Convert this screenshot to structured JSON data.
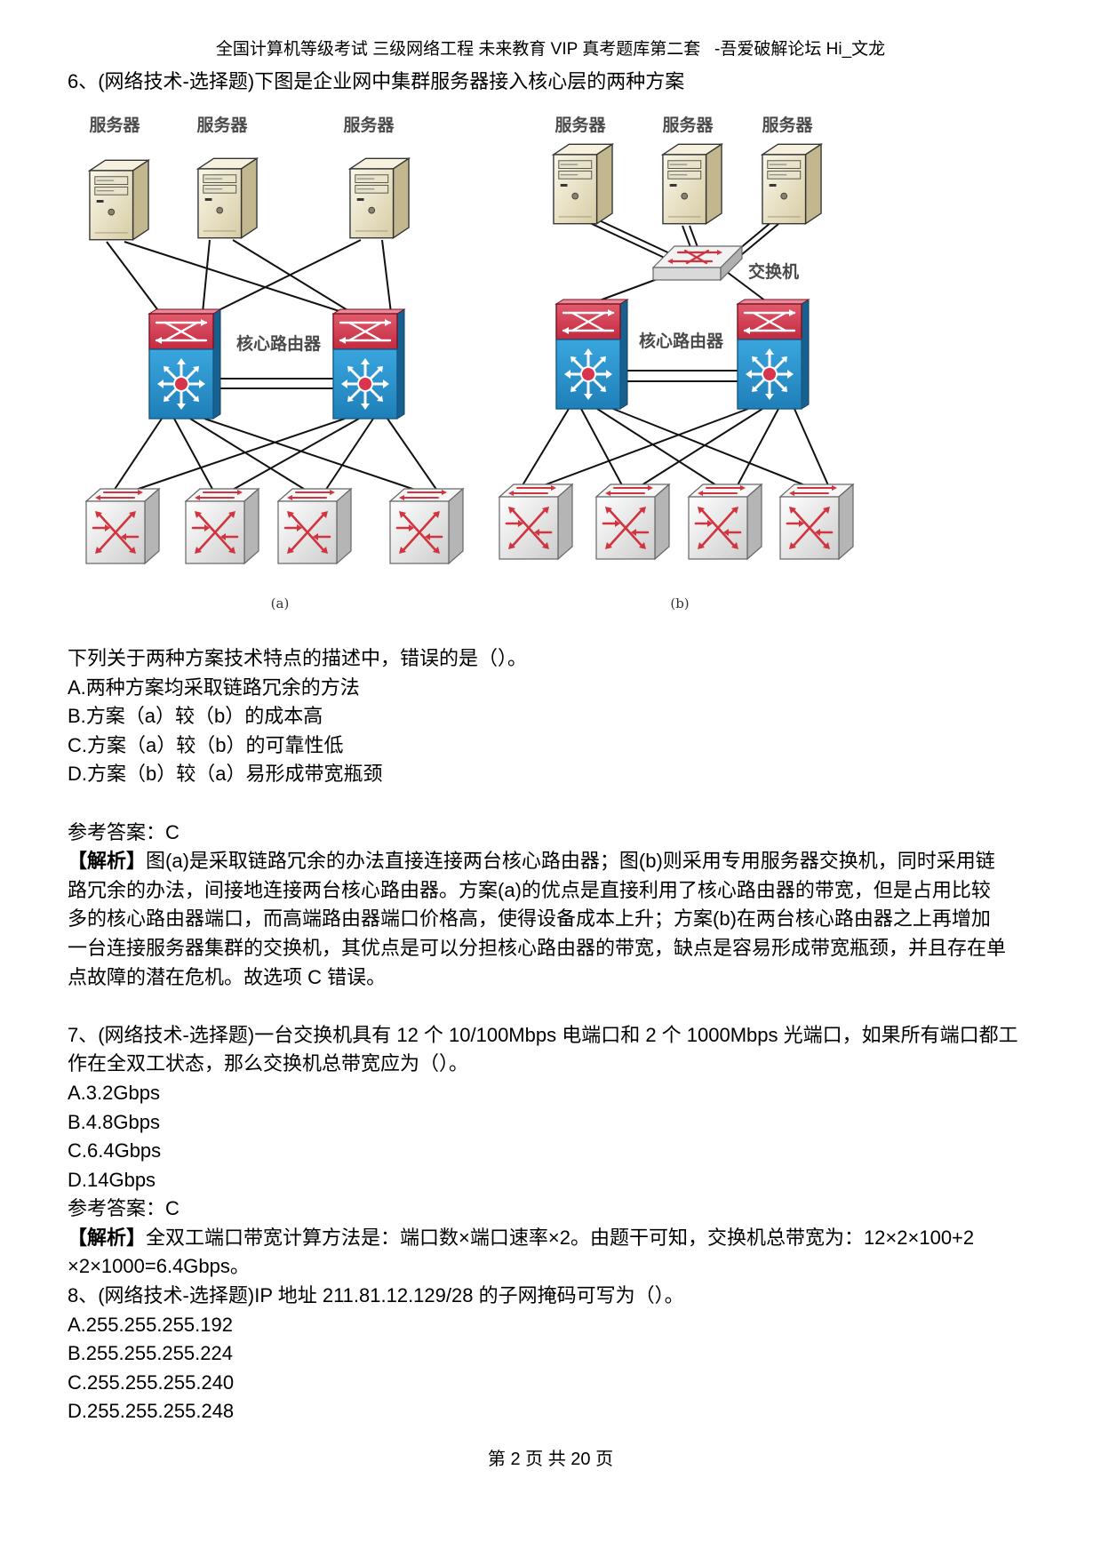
{
  "header": {
    "title": "全国计算机等级考试 三级网络工程 未来教育 VIP 真考题库第二套   -吾爱破解论坛 Hi_文龙"
  },
  "q6": {
    "title": "6、(网络技术-选择题)下图是企业网中集群服务器接入核心层的两种方案",
    "figure": {
      "a": {
        "server_labels": [
          "服务器",
          "服务器",
          "服务器"
        ],
        "router_label": "核心路由器",
        "caption": "(a)"
      },
      "b": {
        "server_labels": [
          "服务器",
          "服务器",
          "服务器"
        ],
        "switch_label": "交换机",
        "router_label": "核心路由器",
        "caption": "(b)"
      }
    },
    "stem": "下列关于两种方案技术特点的描述中，错误的是（）。",
    "options": [
      "A.两种方案均采取链路冗余的方法",
      "B.方案（a）较（b）的成本高",
      "C.方案（a）较（b）的可靠性低",
      "D.方案（b）较（a）易形成带宽瓶颈"
    ],
    "answer": "参考答案：C",
    "analysis": {
      "label": "【解析】",
      "lines": [
        "图(a)是采取链路冗余的办法直接连接两台核心路由器；图(b)则采用专用服务器交换机，同时采用链",
        "路冗余的办法，间接地连接两台核心路由器。方案(a)的优点是直接利用了核心路由器的带宽，但是占用比较",
        "多的核心路由器端口，而高端路由器端口价格高，使得设备成本上升；方案(b)在两台核心路由器之上再增加",
        "一台连接服务器集群的交换机，其优点是可以分担核心路由器的带宽，缺点是容易形成带宽瓶颈，并且存在单",
        "点故障的潜在危机。故选项 C 错误。"
      ]
    }
  },
  "q7": {
    "title_lines": [
      "7、(网络技术-选择题)一台交换机具有 12 个 10/100Mbps 电端口和 2 个 1000Mbps 光端口，如果所有端口都工",
      "作在全双工状态，那么交换机总带宽应为（）。"
    ],
    "options": [
      "A.3.2Gbps",
      "B.4.8Gbps",
      "C.6.4Gbps",
      "D.14Gbps"
    ],
    "answer": "参考答案：C",
    "analysis": {
      "label": "【解析】",
      "lines": [
        "全双工端口带宽计算方法是：端口数×端口速率×2。由题干可知，交换机总带宽为：12×2×100+2",
        "×2×1000=6.4Gbps。"
      ]
    }
  },
  "q8": {
    "title": "8、(网络技术-选择题)IP 地址 211.81.12.129/28 的子网掩码可写为（）。",
    "options": [
      "A.255.255.255.192",
      "B.255.255.255.224",
      "C.255.255.255.240",
      "D.255.255.255.248"
    ]
  },
  "footer": {
    "page": "第 2 页 共 20 页"
  },
  "icons": [
    "server-icon",
    "core-router-icon",
    "access-switch-icon",
    "server-switch-icon"
  ],
  "colors": {
    "router_top": "#d4364f",
    "router_body": "#2b93cf",
    "server": "#e8e0bf",
    "switch": "#e6e6e6",
    "arrow": "#d0343f"
  }
}
